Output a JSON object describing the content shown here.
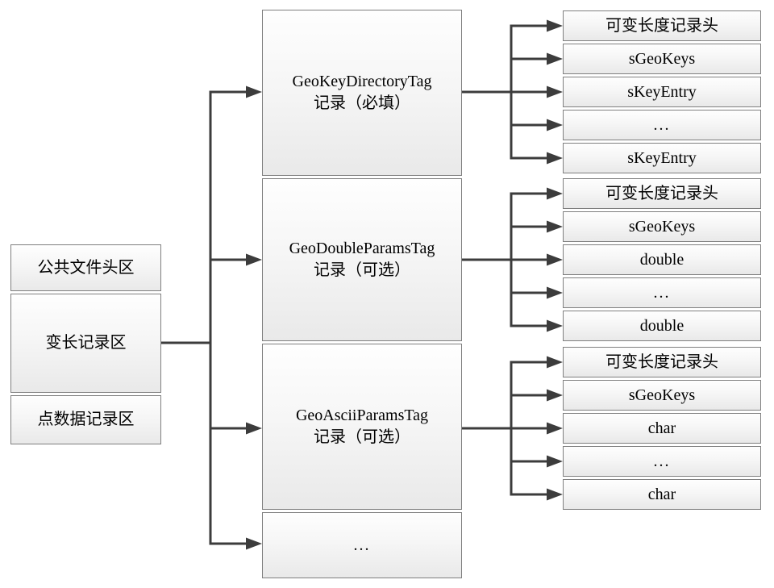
{
  "diagram": {
    "left_column": {
      "boxes": [
        {
          "label": "公共文件头区"
        },
        {
          "label": "变长记录区"
        },
        {
          "label": "点数据记录区"
        }
      ]
    },
    "middle_column": {
      "boxes": [
        {
          "line1": "GeoKeyDirectoryTag",
          "line2": "记录（必填）"
        },
        {
          "line1": "GeoDoubleParamsTag",
          "line2": "记录（可选）"
        },
        {
          "line1": "GeoAsciiParamsTag",
          "line2": "记录（可选）"
        },
        {
          "line1": "..."
        }
      ]
    },
    "right_column": {
      "groups": [
        {
          "rows": [
            "可变长度记录头",
            "sGeoKeys",
            "sKeyEntry",
            "...",
            "sKeyEntry"
          ]
        },
        {
          "rows": [
            "可变长度记录头",
            "sGeoKeys",
            "double",
            "...",
            "double"
          ]
        },
        {
          "rows": [
            "可变长度记录头",
            "sGeoKeys",
            "char",
            "...",
            "char"
          ]
        }
      ]
    },
    "colors": {
      "line": "#3c3c3c",
      "box_border": "#7f7f7f",
      "box_fill_top": "#fefefe",
      "box_fill_bottom": "#e9e9e9"
    }
  }
}
